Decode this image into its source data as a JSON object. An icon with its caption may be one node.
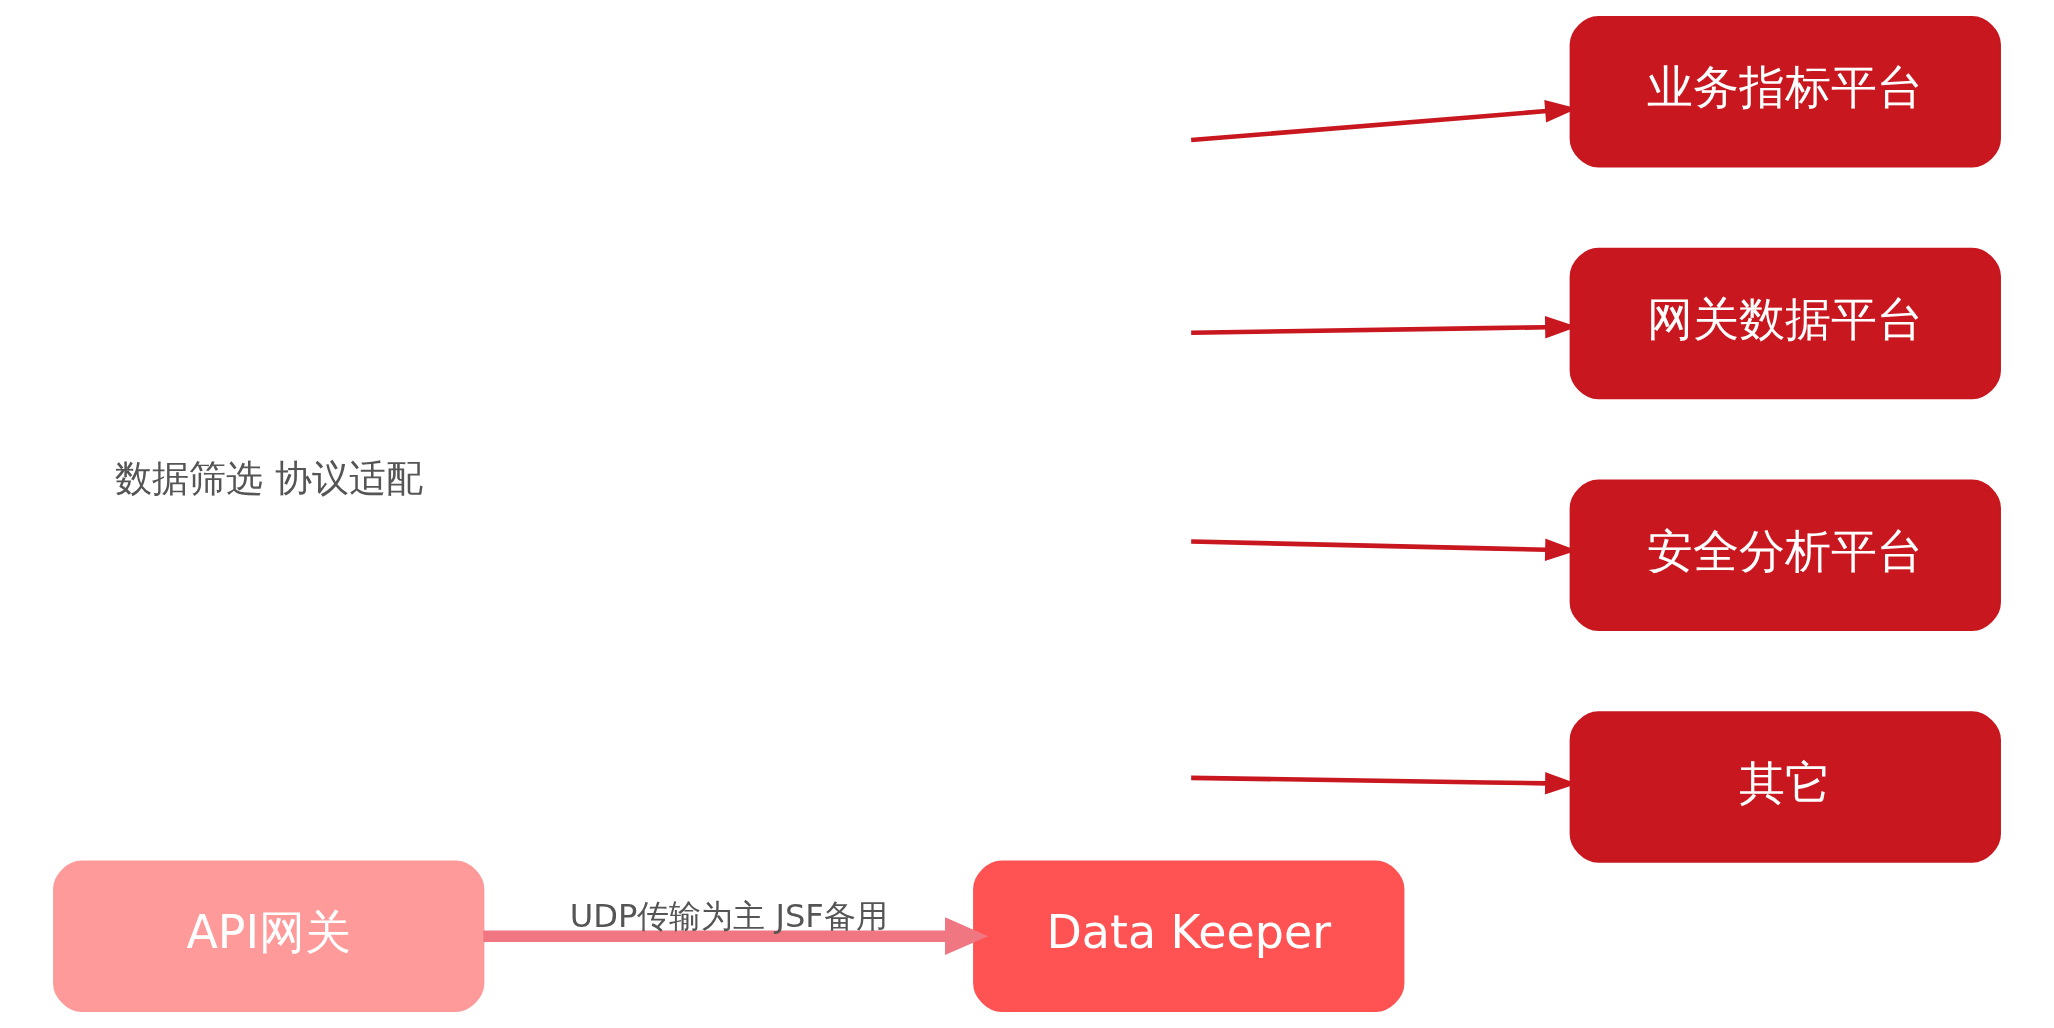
{
  "diagram": {
    "nodes": [
      {
        "text": [
          "API网关"
        ]
      },
      {
        "text": [
          "Data Keeper"
        ]
      },
      {
        "text": [
          "业务指标平台"
        ]
      },
      {
        "text": [
          "网关数据平台"
        ]
      },
      {
        "text": [
          "安全分析平台"
        ]
      },
      {
        "text": [
          "其它"
        ]
      }
    ],
    "edges": [
      {
        "from": 0,
        "to": 1,
        "arrow": "to",
        "label": "UDP传输为主 JSF备用",
        "style": "thick",
        "color": "#f07682"
      },
      {
        "from": null,
        "to": 2,
        "arrow": "to"
      },
      {
        "from": null,
        "to": 3,
        "arrow": "to"
      },
      {
        "from": null,
        "to": 4,
        "arrow": "to"
      },
      {
        "from": null,
        "to": 5,
        "arrow": "to"
      }
    ],
    "labels": [
      "数据筛选 协议适配"
    ]
  }
}
